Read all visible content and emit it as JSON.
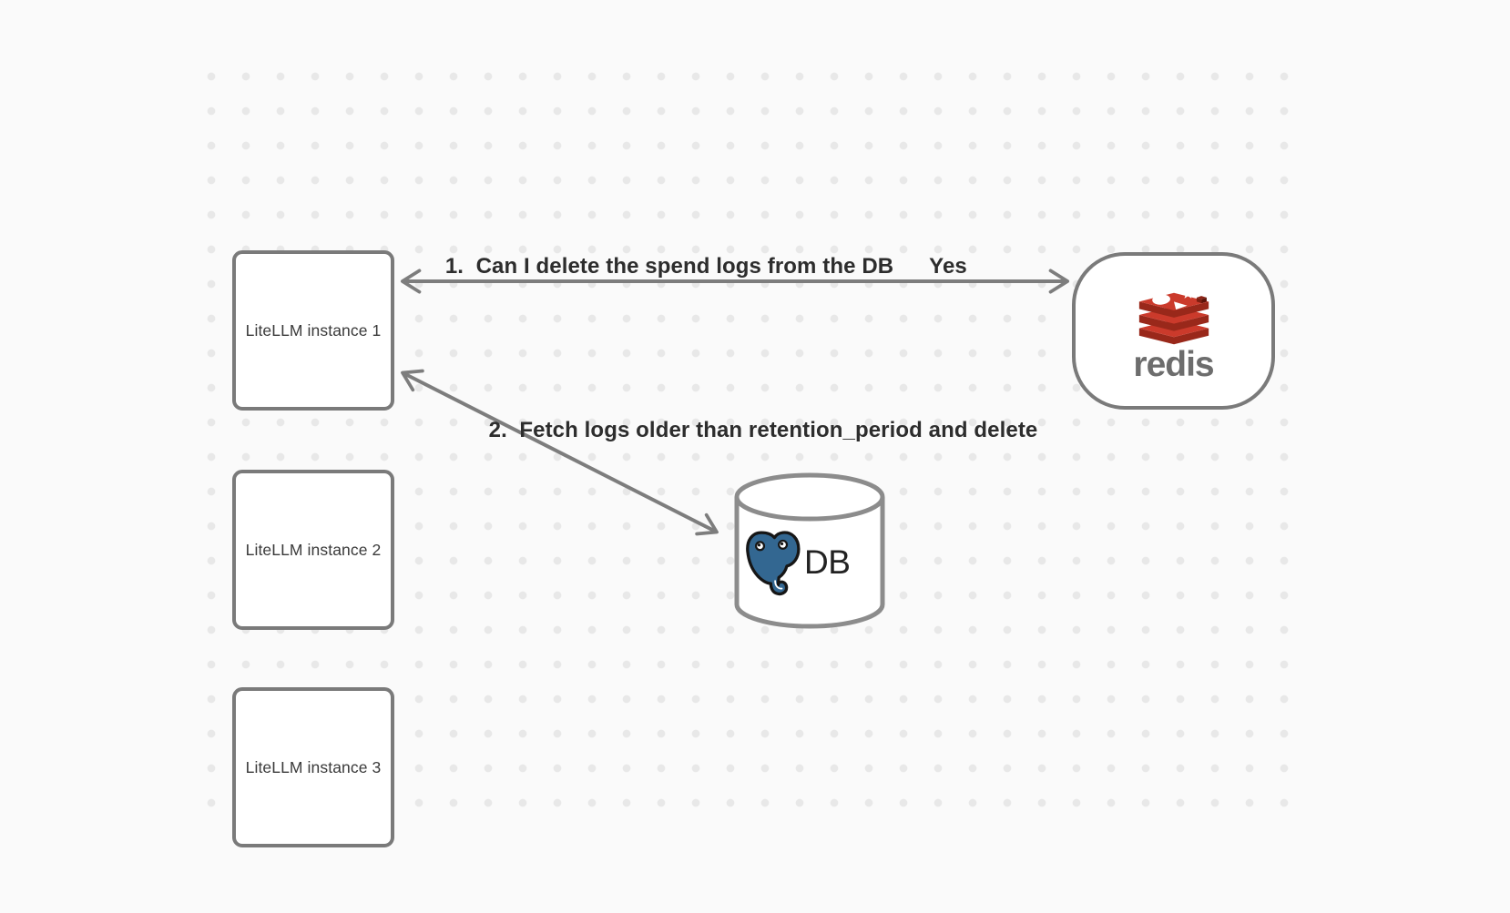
{
  "canvas": {
    "background": "#fafafa",
    "dot_color": "#e8e8e8"
  },
  "colors": {
    "node_border": "#7a7a7a",
    "edge": "#7d7d7d",
    "label_text": "#2d2d2d",
    "node_text": "#3a3a3a",
    "redis_red": "#cb3a2b",
    "redis_red_dark": "#99281a",
    "redis_wordmark": "#6d6d6d",
    "postgres_blue": "#336791",
    "db_text": "#222222"
  },
  "nodes": {
    "instance1": {
      "label": "LiteLLM instance 1"
    },
    "instance2": {
      "label": "LiteLLM instance 2"
    },
    "instance3": {
      "label": "LiteLLM instance 3"
    },
    "redis": {
      "wordmark": "redis"
    },
    "db": {
      "label": "DB"
    }
  },
  "edges": {
    "redis_query": {
      "label": "1.  Can I delete the spend logs from the DB",
      "response": "Yes"
    },
    "db_fetch": {
      "label": "2.  Fetch logs older than retention_period and delete"
    }
  }
}
